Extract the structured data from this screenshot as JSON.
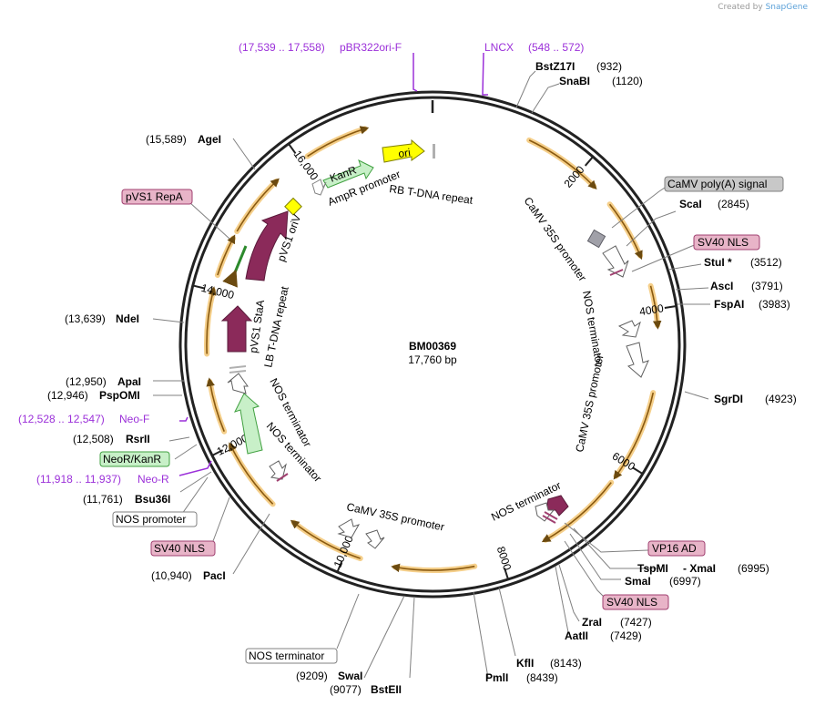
{
  "credit": {
    "prefix": "Created by",
    "brand": "SnapGene"
  },
  "plasmid": {
    "name": "BM00369",
    "length_label": "17,760 bp",
    "length": 17760
  },
  "ticks": [
    {
      "pos": 2000,
      "label": "2000"
    },
    {
      "pos": 4000,
      "label": "4000"
    },
    {
      "pos": 6000,
      "label": "6000"
    },
    {
      "pos": 8000,
      "label": "8000"
    },
    {
      "pos": 10000,
      "label": "10,000"
    },
    {
      "pos": 12000,
      "label": "12,000"
    },
    {
      "pos": 14000,
      "label": "14,000"
    },
    {
      "pos": 16000,
      "label": "16,000"
    }
  ],
  "sites": [
    {
      "name": "BstZ17I",
      "coord": "(932)"
    },
    {
      "name": "SnaBI",
      "coord": "(1120)"
    },
    {
      "name": "ScaI",
      "coord": "(2845)"
    },
    {
      "name": "StuI *",
      "coord": "(3512)"
    },
    {
      "name": "AscI",
      "coord": "(3791)"
    },
    {
      "name": "FspAI",
      "coord": "(3983)"
    },
    {
      "name": "SgrDI",
      "coord": "(4923)"
    },
    {
      "name": "TspMI",
      "sep": "- XmaI",
      "coord": "(6995)"
    },
    {
      "name": "SmaI",
      "coord": "(6997)"
    },
    {
      "name": "ZraI",
      "coord": "(7427)"
    },
    {
      "name": "AatII",
      "coord": "(7429)"
    },
    {
      "name": "KflI",
      "coord": "(8143)"
    },
    {
      "name": "PmlI",
      "coord": "(8439)"
    },
    {
      "name": "BstEII",
      "coord": "(9077)"
    },
    {
      "name": "SwaI",
      "coord": "(9209)"
    },
    {
      "name": "PacI",
      "coord": "(10,940)"
    },
    {
      "name": "Bsu36I",
      "coord": "(11,761)"
    },
    {
      "name": "RsrII",
      "coord": "(12,508)"
    },
    {
      "name": "PspOMI",
      "coord": "(12,946)"
    },
    {
      "name": "ApaI",
      "coord": "(12,950)"
    },
    {
      "name": "NdeI",
      "coord": "(13,639)"
    },
    {
      "name": "AgeI",
      "coord": "(15,589)"
    }
  ],
  "primers": [
    {
      "name": "pBR322ori-F",
      "coord": "(17,539 .. 17,558)"
    },
    {
      "name": "LNCX",
      "coord": "(548 .. 572)"
    },
    {
      "name": "Neo-F",
      "coord": "(12,528 .. 12,547)"
    },
    {
      "name": "Neo-R",
      "coord": "(11,918 .. 11,937)"
    }
  ],
  "boxed_labels": [
    {
      "text": "CaMV poly(A) signal",
      "fill": "#c8c8c8",
      "stroke": "#808080"
    },
    {
      "text": "SV40 NLS",
      "fill": "#e8b4c8",
      "stroke": "#a04070"
    },
    {
      "text": "VP16 AD",
      "fill": "#e8b4c8",
      "stroke": "#a04070"
    },
    {
      "text": "SV40 NLS",
      "fill": "#e8b4c8",
      "stroke": "#a04070"
    },
    {
      "text": "NOS terminator",
      "fill": "#ffffff",
      "stroke": "#808080"
    },
    {
      "text": "SV40 NLS",
      "fill": "#e8b4c8",
      "stroke": "#a04070"
    },
    {
      "text": "NOS promoter",
      "fill": "#ffffff",
      "stroke": "#808080"
    },
    {
      "text": "NeoR/KanR",
      "fill": "#c8f0c8",
      "stroke": "#40a040"
    },
    {
      "text": "pVS1 RepA",
      "fill": "#e8b4c8",
      "stroke": "#a04070"
    }
  ],
  "inner_labels": [
    "ori",
    "KanR",
    "AmpR promoter",
    "RB T-DNA repeat",
    "CaMV 35S promoter",
    "NOS terminator",
    "CaMV 35S promoter",
    "NOS terminator",
    "CaMV 35S promoter",
    "NOS terminator",
    "NOS terminator",
    "LB T-DNA repeat",
    "pVS1 StaA",
    "pVS1 oriV"
  ],
  "colors": {
    "backbone": "#222222",
    "orf": "#e8a33a",
    "primer": "#9b30d9",
    "repa": "#8b2a5a",
    "kanr": "#c8f0c8",
    "ori": "#ffff00",
    "promoter": "#ffffff",
    "terminator": "#a0a0a8"
  }
}
